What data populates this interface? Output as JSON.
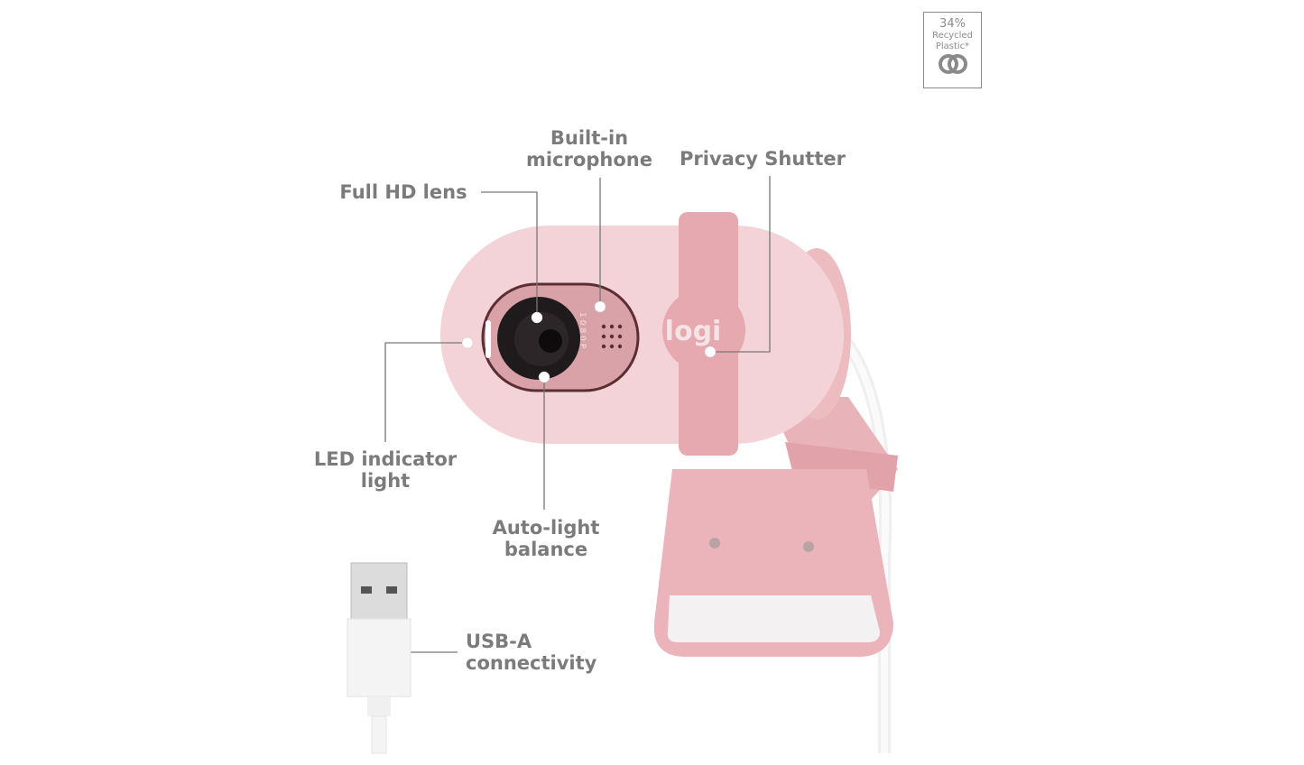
{
  "badge": {
    "percent": "34%",
    "line1": "Recycled",
    "line2": "Plastic*",
    "icon": "recycle-icon"
  },
  "callouts": {
    "full_hd_lens": [
      "Full HD lens"
    ],
    "microphone": [
      "Built-in",
      "microphone"
    ],
    "privacy_shutter": [
      "Privacy Shutter"
    ],
    "led": [
      "LED indicator",
      "light"
    ],
    "auto_light": [
      "Auto-light",
      "balance"
    ],
    "usb": [
      "USB-A",
      "connectivity"
    ]
  },
  "product": {
    "logo": "logi",
    "resolution_mark": "1080P",
    "color": "#f2d0d4",
    "accent": "#e4a5ac"
  }
}
